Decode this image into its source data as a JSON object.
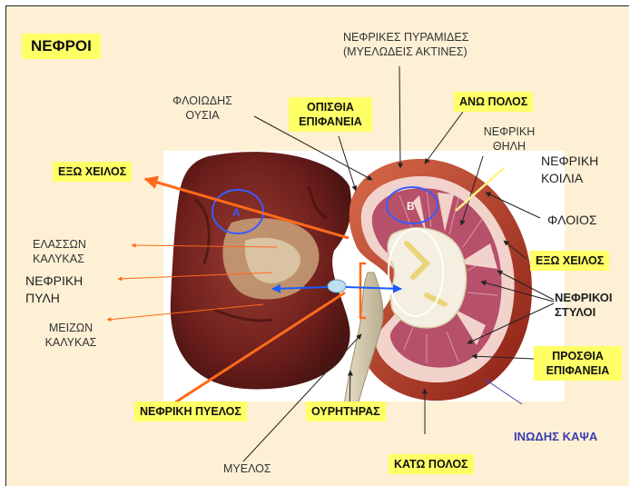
{
  "title": "ΝΕΦΡΟΙ",
  "labels": {
    "renal_pyramids": [
      "ΝΕΦΡΙΚΕΣ ΠΥΡΑΜΙΔΕΣ",
      "(ΜΥΕΛΩΔΕΙΣ ΑΚΤΙΝΕΣ)"
    ],
    "cortical_substance": [
      "ΦΛΟΙΩΔΗΣ",
      "ΟΥΣΙΑ"
    ],
    "posterior_surface": [
      "ΟΠΙΣΘΙΑ",
      "ΕΠΙΦΑΝΕΙΑ"
    ],
    "upper_pole": "ΑΝΩ ΠΟΛΟΣ",
    "renal_papilla": [
      "ΝΕΦΡΙΚΗ",
      "ΘΗΛΗ"
    ],
    "renal_cavity": [
      "ΝΕΦΡΙΚΗ",
      "ΚΟΙΛΙΑ"
    ],
    "outer_lip_left": "ΕΞΩ ΧΕΙΛΟΣ",
    "cortex": "ΦΛΟΙΟΣ",
    "outer_lip_right": "ΕΞΩ ΧΕΙΛΟΣ",
    "minor_calyx": [
      "ΕΛΑΣΣΩΝ",
      "ΚΑΛΥΚΑΣ"
    ],
    "renal_hilum": [
      "ΝΕΦΡΙΚΗ",
      "ΠΥΛΗ"
    ],
    "major_calyx": [
      "ΜΕΙΖΩΝ",
      "ΚΑΛΥΚΑΣ"
    ],
    "renal_columns": [
      "ΝΕΦΡΙΚΟΙ",
      "ΣΤΥΛΟΙ"
    ],
    "anterior_surface": [
      "ΠΡΟΣΘΙΑ",
      "ΕΠΙΦΑΝΕΙΑ"
    ],
    "renal_pelvis": "ΝΕΦΡΙΚΗ ΠΥΕΛΟΣ",
    "ureter": "ΟΥΡΗΤΗΡΑΣ",
    "fibrous_capsule": "ΙΝΩΔΗΣ ΚΑΨΑ",
    "medulla": "ΜΥΕΛΟΣ",
    "lower_pole": "ΚΑΤΩ ΠΟΛΟΣ",
    "marker_a": "Α",
    "marker_b": "Β"
  },
  "colors": {
    "background": "#fdf0d5",
    "highlight": "#ffff66",
    "orange_arrow": "#ff6a1a",
    "blue_arrow": "#1a5cff",
    "capsule_text": "#3b3bb0"
  }
}
